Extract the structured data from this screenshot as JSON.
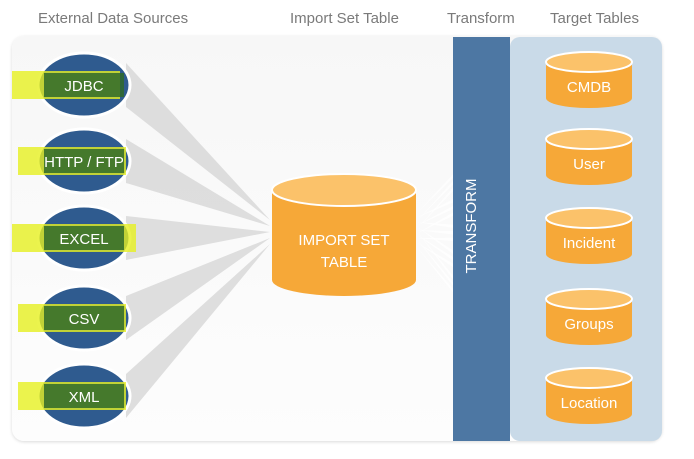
{
  "headers": {
    "external_sources": "External Data Sources",
    "import_set_table": "Import Set Table",
    "transform": "Transform",
    "target_tables": "Target Tables"
  },
  "sources": [
    {
      "label": "JDBC"
    },
    {
      "label": "HTTP / FTP"
    },
    {
      "label": "EXCEL"
    },
    {
      "label": "CSV"
    },
    {
      "label": "XML"
    }
  ],
  "import_table": {
    "line1": "IMPORT SET",
    "line2": "TABLE"
  },
  "transform_bar": {
    "label": "TRANSFORM"
  },
  "targets": [
    {
      "label": "CMDB"
    },
    {
      "label": "User"
    },
    {
      "label": "Incident"
    },
    {
      "label": "Groups"
    },
    {
      "label": "Location"
    }
  ],
  "colors": {
    "source_ellipse": "#2f5b8f",
    "highlight": "#e6f020",
    "highlight_text": "#2a4a18",
    "cylinder": "#f6a838",
    "cylinder_top": "#fbc26a",
    "transform_bar": "#4d77a3",
    "target_panel": "#c9dae8",
    "arrow": "#d8d8d8"
  }
}
